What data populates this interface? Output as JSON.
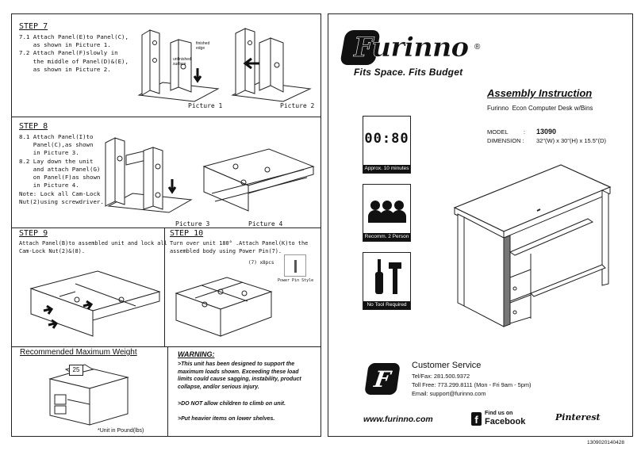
{
  "step7": {
    "title": "STEP 7",
    "text": "7.1 Attach Panel(E)to Panel(C),\n    as shown in Picture 1.\n7.2 Attach Panel(F)slowly in\n    the middle of Panel(D)&(E),\n    as shown in Picture 2.",
    "pic1": "Picture 1",
    "pic2": "Picture 2"
  },
  "step8": {
    "title": "STEP 8",
    "text": "8.1 Attach Panel(I)to\n    Panel(C),as shown\n    in Picture 3.\n8.2 Lay down the unit\n    and attach Panel(G)\n    on Panel(F)as shown\n    in Picture 4.",
    "note": "Note: Lock all Cam-Lock\nNut(2)using screwdriver.",
    "pic3": "Picture 3",
    "pic4": "Picture 4"
  },
  "step9": {
    "title": "STEP 9",
    "text": "Attach Panel(B)to assembled unit and lock all\nCam-Lock Nut(2)&(8)."
  },
  "step10": {
    "title": "STEP 10",
    "text": "Turn over unit 180° .Attach Panel(K)to the\nassembled body using Power Pin(7).",
    "pin_qty": "(7) x8pcs",
    "pin_style": "Power Pin Style"
  },
  "diagram_labels": {
    "finished_edge": "finished edge",
    "unfinished_surface": "unfinished surface",
    "finished": "finished",
    "edge": "edge",
    "unfinished": "unfinished",
    "surface": "surface"
  },
  "weight": {
    "title": "Recommended Maximum Weight",
    "value": "25",
    "unit_note": "*Unit in Pound(lbs)"
  },
  "warning": {
    "title": "WARNING:",
    "line1": ">This unit has been designed to support the maximum loads shown. Exceeding these load limits could cause sagging, instability, product collapse, and/or serious injury.",
    "line2": ">DO NOT allow children to climb on unit.",
    "line3": ">Put heavier items on lower shelves."
  },
  "brand": {
    "name": "Furinno",
    "registered": "®",
    "tagline": "Fits Space. Fits Budget"
  },
  "assembly": {
    "title": "Assembly Instruction",
    "product": "Furinno  Econ Computer Desk w/Bins",
    "model_label": "MODEL",
    "model_sep": ":",
    "model_value": "13090",
    "dimension_label": "DIMENSION :",
    "dimension_value": "32\"(W) x 30\"(H) x 15.5\"(D)"
  },
  "icons": {
    "time_display": "00:80",
    "time_label": "Approx. 10 minutes",
    "people_label": "Recomm. 2 Person",
    "tool_label": "No Tool Required"
  },
  "service": {
    "title": "Customer Service",
    "tel": "Tel/Fax: 281.500.9372",
    "tollfree": "Toll Free: 773.299.8111 (Mon - Fri 9am - 5pm)",
    "email": "Email: support@furinno.com"
  },
  "footer": {
    "website": "www.furinno.com",
    "find_us": "Find us on",
    "facebook": "Facebook",
    "pinterest": "Pinterest",
    "code": "1309020140428"
  },
  "colors": {
    "ink": "#111111",
    "desk_shade": "#777777"
  }
}
